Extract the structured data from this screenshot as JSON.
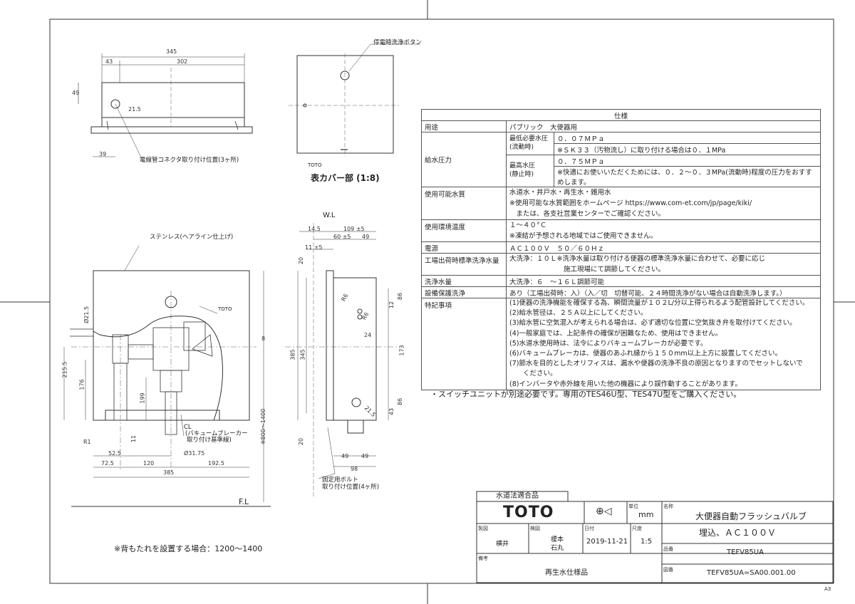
{
  "drawing": {
    "top_view_dims": [
      "345",
      "43",
      "302",
      "49",
      "21.5",
      "39"
    ],
    "connector_note": "電線管コネクタ取り付け位置(3ヶ所)",
    "cover_button_label": "停電時洗浄ボタン",
    "cover_logo": "TOTO",
    "cover_title": "表カバー部 (1:8)",
    "front_labels": {
      "stainless": "ステンレス(ヘアライン仕上げ)",
      "toto": "TOTO",
      "cl_note_1": "CL",
      "cl_note_2": "(バキュームブレーカー",
      "cl_note_3": "取り付け基準線)"
    },
    "front_dims": [
      "215.5",
      "176",
      "199",
      "11",
      "R1",
      "52.5",
      "72.5",
      "120",
      "192.5",
      "385",
      "Ø21.5",
      "Ø31.75",
      "8",
      "※800～1400"
    ],
    "side_labels": {
      "wl": "W.L",
      "bolt_note_1": "固定用ボルト",
      "bolt_note_2": "取り付け位置(4ヶ所)"
    },
    "side_dims": [
      "14.5",
      "109 ±5",
      "60 ±5",
      "49",
      "11 ±5",
      "20",
      "385",
      "345",
      "R6",
      "R6",
      "24",
      "12",
      "86",
      "173",
      "86",
      "43",
      "21.5",
      "20",
      "49",
      "49",
      "98"
    ],
    "fl": "F.L",
    "backrest_note": "※背もたれを設置する場合：1200～1400",
    "switch_note": "・スイッチユニットが別途必要です。専用のTES46U型、TES47U型をご購入ください。"
  },
  "spec": {
    "title": "仕様",
    "rows": [
      {
        "label": "用途",
        "value": "パブリック　大便器用"
      },
      {
        "label": "給水圧力",
        "sub": [
          {
            "sublabel_1": "最低必要水圧",
            "sublabel_2": "(流動時)",
            "v1": "０．０７ＭＰａ",
            "v2": "※ＳＫ３３（汚物流し）に取り付ける場合は０．１MPa"
          },
          {
            "sublabel_1": "最高水圧",
            "sublabel_2": "(静止時)",
            "v1": "０．７５ＭＰａ",
            "v2": "※快適にお使いいただくためには、０．２～０．３MPa(流動時)程度の圧力をおすすめします。"
          }
        ]
      },
      {
        "label": "使用可能水質",
        "lines": [
          "水道水・井戸水・再生水・雑用水",
          "※使用可能な水質範囲をホームページ https://www.com-et.com/jp/page/kiki/",
          "　または、各支社営業センターでご確認ください。"
        ]
      },
      {
        "label": "使用環境温度",
        "lines": [
          "１～４０°Ｃ",
          "※凍結が予想される地域ではご使用できません。"
        ]
      },
      {
        "label": "電源",
        "lines": [
          "ＡＣ１００Ｖ　５０／６０Ｈｚ"
        ]
      },
      {
        "label": "工場出荷時標準洗浄水量",
        "lines": [
          "大洗浄：１０Ｌ※洗浄水量は取り付ける便器の標準洗浄水量に合わせて、必要に応じ",
          "　　　　　　　　施工現場にて調節してください。"
        ]
      },
      {
        "label": "洗浄水量",
        "lines": [
          "大洗浄：６　～１６Ｌ調節可能"
        ]
      },
      {
        "label": "設備保護洗浄",
        "lines": [
          "あり（工場出荷時：入）（入／切　切替可能、２４時間洗浄がない場合は自動洗浄します。）"
        ]
      },
      {
        "label": "特記事項",
        "lines": [
          "(1)便器の洗浄機能を確保する為、瞬間流量が１０２L/分以上得られるよう配管設計してください。",
          "(2)給水管径は、２５Ａ以上にしてください。",
          "(3)給水管に空気混入が考えられる場合は、必ず適切な位置に空気抜き弁を取付けてください。",
          "(4)一般家庭では、上記条件の確保が困難なため、使用はできません。",
          "(5)水道水使用時は、法令によりバキュームブレーカが必要です。",
          "(6)バキュームブレーカは、便器のあふれ縁から１５０mm以上上方に設置してください。",
          "(7)節水を目的としたオリフィスは、漏水や便器の洗浄不良の原因となりますのでセットしないで",
          "　　ください。",
          "(8)インバータや赤外線を用いた他の機器により誤作動することがあります。"
        ]
      }
    ]
  },
  "titleblock": {
    "approved": "水道法適合品",
    "logo": "TOTO",
    "unit_label": "単位",
    "unit": "mm",
    "name_label": "名称",
    "name_1": "大便器自動フラッシュバルブ",
    "name_2": "埋込、ＡＣ１００Ｖ",
    "drawn_label": "製図",
    "drawn_by": "横井",
    "checked_label": "検図",
    "checked_1": "榎本",
    "checked_2": "石丸",
    "date_label": "日付",
    "date": "2019-11-21",
    "scale_label": "尺度",
    "scale": "1:5",
    "part_label": "品番",
    "part": "TEFV85UA",
    "remarks_label": "備考",
    "remarks": "再生水仕様品",
    "dwg_label": "図番",
    "dwg": "TEFV85UA=SA00.001.00",
    "paper": "A3"
  }
}
